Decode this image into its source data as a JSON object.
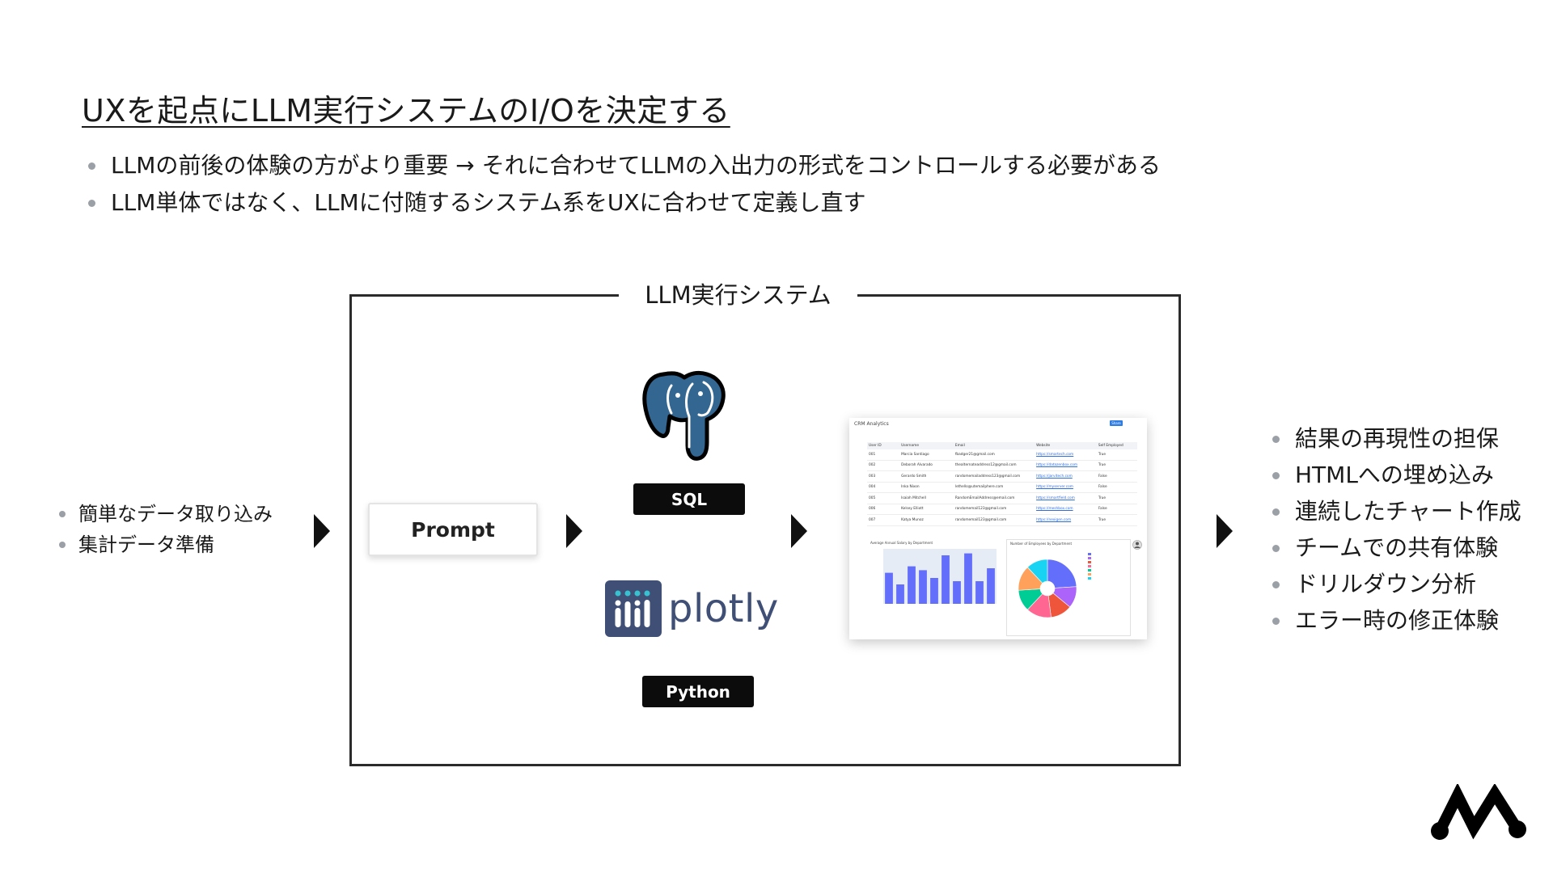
{
  "title": "UXを起点にLLM実行システムのI/Oを決定する",
  "top_bullets": [
    "LLMの前後の体験の方がより重要 → それに合わせてLLMの入出力の形式をコントロールする必要がある",
    "LLM単体ではなく、LLMに付随するシステム系をUXに合わせて定義し直す"
  ],
  "left_bullets": [
    "簡単なデータ取り込み",
    "集計データ準備"
  ],
  "system": {
    "label": "LLM実行システム",
    "prompt_label": "Prompt",
    "sql_label": "SQL",
    "python_label": "Python",
    "plotly_wordmark": "plotly"
  },
  "right_bullets": [
    "結果の再現性の担保",
    "HTMLへの埋め込み",
    "連続したチャート作成",
    "チームでの共有体験",
    "ドリルダウン分析",
    "エラー時の修正体験"
  ],
  "colors": {
    "postgres_blue": "#336791",
    "plotly_navy": "#3f4f75",
    "plotly_teal": "#36c2d0",
    "bar_blue": "#636efa"
  },
  "screenshot": {
    "app_title": "CRM Analytics",
    "share_label": "Share",
    "headers": [
      "User ID",
      "Username",
      "Email",
      "Website",
      "Self Employed"
    ],
    "rows": [
      [
        "001",
        "Marcia Santiago",
        "fbadger21@gmail.com",
        "https://smartech.com",
        "True"
      ],
      [
        "002",
        "Deborah Alvarado",
        "thealternateaddress12@gmail.com",
        "https://datazenbox.com",
        "True"
      ],
      [
        "003",
        "Gerardo Smith",
        "randomemailaddress123@gmail.com",
        "https://jarvitech.com",
        "False"
      ],
      [
        "004",
        "Inka Nixon",
        "lethello@utemailphere.com",
        "https://myserver.com",
        "False"
      ],
      [
        "005",
        "Isaiah Mitchell",
        "RandomEmailAddress@email.com",
        "https://smartfield.com",
        "True"
      ],
      [
        "006",
        "Kelsey Elliott",
        "randomemail123@gmail.com",
        "https://meshbox.com",
        "False"
      ],
      [
        "007",
        "Katya Munoz",
        "randomemail123@gmail.com",
        "https://nexigen.com",
        "True"
      ]
    ],
    "chart1_title": "Average Annual Salary by Department",
    "chart2_title": "Number of Employees by Department"
  },
  "chart_data": [
    {
      "type": "bar",
      "title": "Average Annual Salary by Department",
      "values": [
        48,
        30,
        58,
        52,
        40,
        75,
        35,
        78,
        35,
        55
      ],
      "ylim": [
        0,
        85
      ]
    },
    {
      "type": "pie",
      "title": "Number of Employees by Department",
      "values": [
        24,
        12,
        12,
        14,
        12,
        14,
        12
      ],
      "colors": [
        "#636efa",
        "#ab63fa",
        "#ef553b",
        "#ff6692",
        "#00cc96",
        "#ffa15a",
        "#19d3f3"
      ]
    }
  ]
}
